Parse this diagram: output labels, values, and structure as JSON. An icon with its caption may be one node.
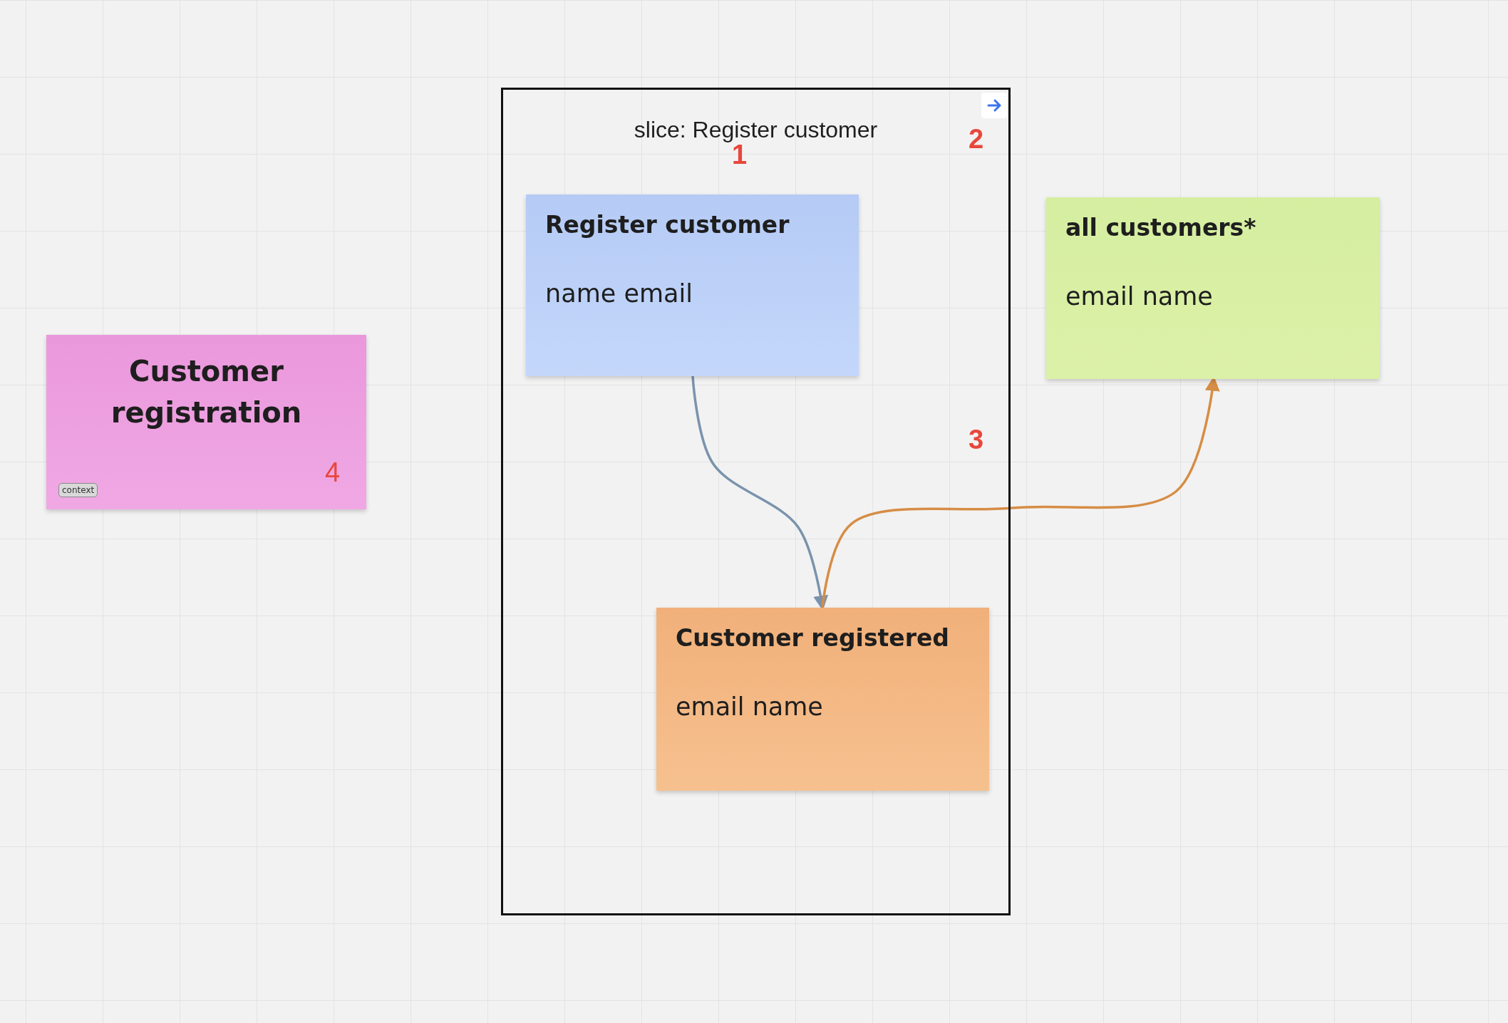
{
  "diagram": {
    "nodes": [
      {
        "text": [
          "Customer registration"
        ]
      },
      {
        "text": [
          "context"
        ],
        "in": 0
      },
      {
        "text": [
          "slice: Register customer"
        ]
      },
      {
        "text": [
          "Register customer",
          "name email"
        ],
        "in": 2
      },
      {
        "text": [
          "Customer registered",
          "email name"
        ],
        "in": 2
      },
      {
        "text": [
          "all customers*",
          "email name"
        ]
      }
    ],
    "edges": [
      {
        "from": 3,
        "to": 4,
        "arrow": "to",
        "color": "#7a93ac"
      },
      {
        "from": 4,
        "to": 5,
        "arrow": "to",
        "color": "#d68d45"
      }
    ],
    "labels": [
      "1",
      "2",
      "3",
      "4"
    ]
  }
}
